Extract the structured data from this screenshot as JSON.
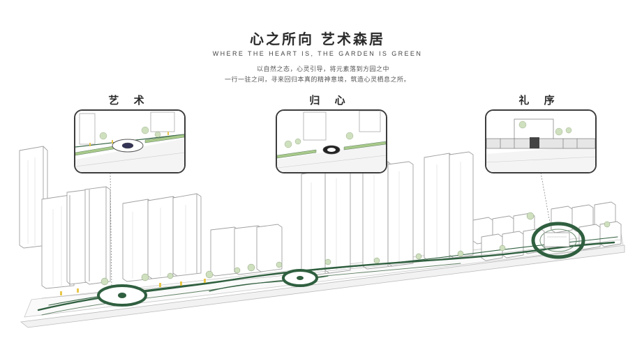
{
  "header": {
    "title": "心之所向 艺术森居",
    "subtitle": "WHERE THE HEART IS, THE GARDEN IS GREEN",
    "desc_line1": "以自然之态，心灵引导，将元素落到方园之中",
    "desc_line2": "一行一驻之间，寻来回归本真的精神意境，筑造心灵栖息之所。"
  },
  "callouts": [
    {
      "label": "艺 术"
    },
    {
      "label": "归 心"
    },
    {
      "label": "礼 序"
    }
  ],
  "colors": {
    "accent_green": "#2f5f3f",
    "light_green": "#a8c98a",
    "building_line": "#9a9a9a",
    "frame": "#3c3c3c"
  }
}
